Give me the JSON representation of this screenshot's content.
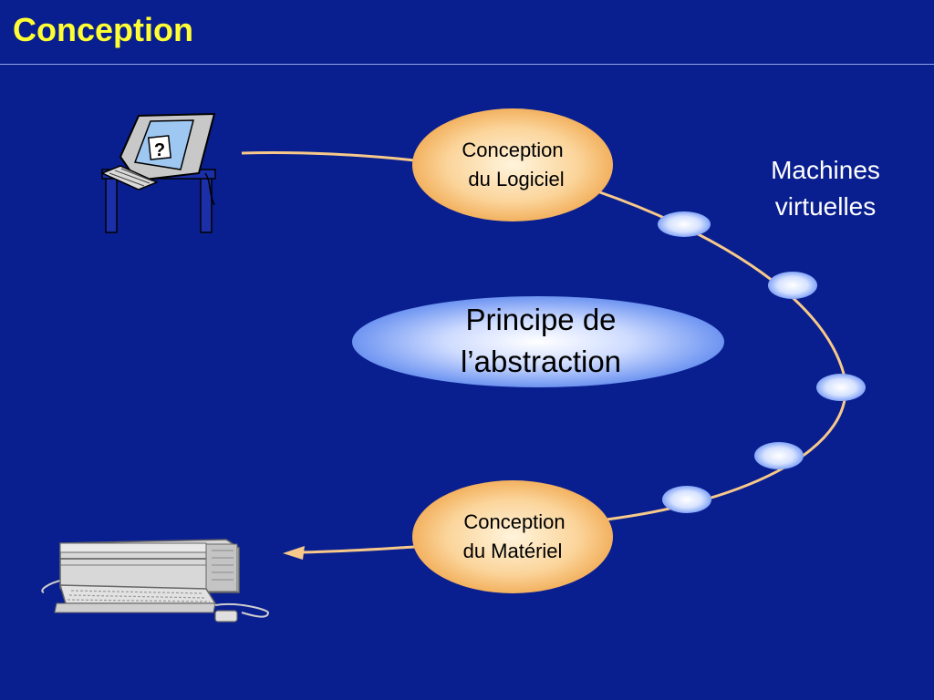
{
  "slide": {
    "title": "Conception"
  },
  "diagram": {
    "software_node": {
      "line1": "Conception",
      "line2": "du Logiciel"
    },
    "hardware_node": {
      "line1": "Conception",
      "line2": "du Matériel"
    },
    "center_node": {
      "line1": "Principe de",
      "line2": "l’abstraction"
    },
    "vm_label": {
      "line1": "Machines",
      "line2": "virtuelles"
    },
    "user_terminal_screen_text": "?"
  },
  "colors": {
    "background": "#0a1f8f",
    "title": "#ffff33",
    "connector": "#f7c98a",
    "node_fill": "#f7c47a",
    "vm_node_fill": "#bcd2ff"
  }
}
